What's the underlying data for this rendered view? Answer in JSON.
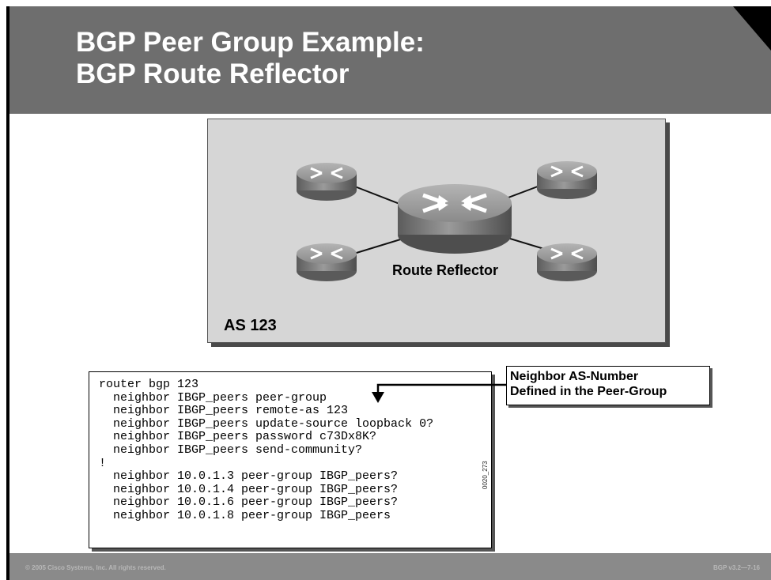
{
  "title": {
    "line1": "BGP Peer Group Example:",
    "line2": "BGP Route Reflector"
  },
  "diagram": {
    "center_label": "Route Reflector",
    "as_label": "AS 123",
    "routers": [
      "router-icon",
      "router-icon",
      "router-icon",
      "router-icon",
      "router-icon"
    ]
  },
  "code_lines": [
    "router bgp 123",
    "  neighbor IBGP_peers peer-group",
    "  neighbor IBGP_peers remote-as 123",
    "  neighbor IBGP_peers update-source loopback 0?",
    "  neighbor IBGP_peers password c73Dx8K?",
    "  neighbor IBGP_peers send-community?",
    "!",
    "  neighbor 10.0.1.3 peer-group IBGP_peers?",
    "  neighbor 10.0.1.4 peer-group IBGP_peers?",
    "  neighbor 10.0.1.6 peer-group IBGP_peers?",
    "  neighbor 10.0.1.8 peer-group IBGP_peers"
  ],
  "figure_id": "0020_273",
  "callout": {
    "line1": "Neighbor AS-Number",
    "line2": "Defined in the Peer-Group"
  },
  "footer": {
    "copyright": "© 2005 Cisco Systems, Inc. All rights reserved.",
    "slide_id": "BGP v3.2—7-16"
  },
  "colors": {
    "title_bar": "#6e6e6e",
    "diagram_bg": "#d6d6d6",
    "footer": "#8a8a8a"
  }
}
